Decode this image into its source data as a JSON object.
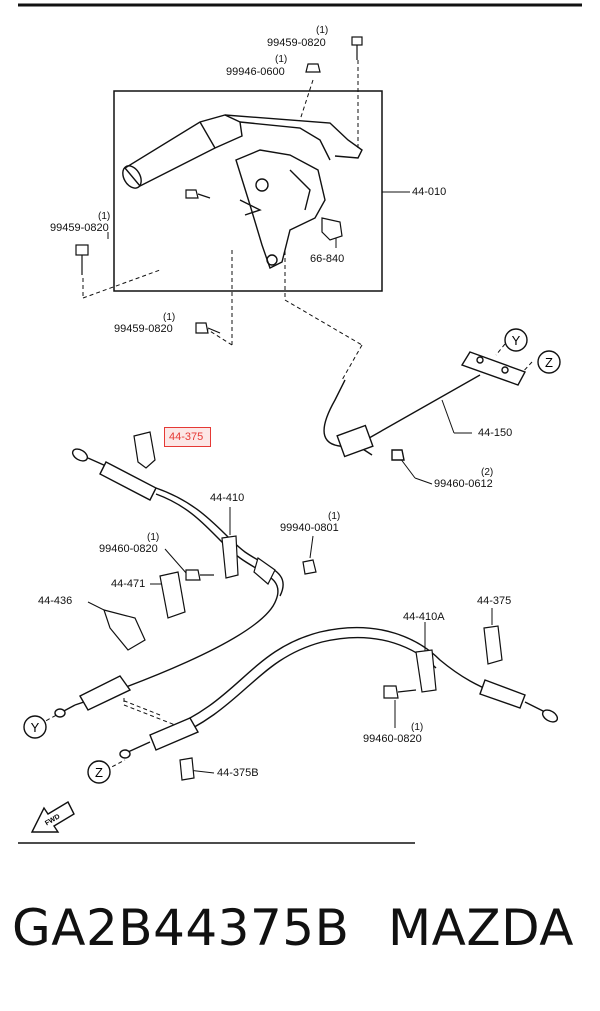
{
  "parts": {
    "p_99459_top": {
      "code": "99459-0820",
      "qty": "(1)"
    },
    "p_99946": {
      "code": "99946-0600",
      "qty": "(1)"
    },
    "p_44010": {
      "code": "44-010"
    },
    "p_99459_left": {
      "code": "99459-0820",
      "qty": "(1)"
    },
    "p_66840": {
      "code": "66-840"
    },
    "p_99459_mid": {
      "code": "99459-0820",
      "qty": "(1)"
    },
    "p_44375_hl": {
      "code": "44-375"
    },
    "p_44150": {
      "code": "44-150"
    },
    "p_99460_0612": {
      "code": "99460-0612",
      "qty": "(2)"
    },
    "p_44410": {
      "code": "44-410"
    },
    "p_99940": {
      "code": "99940-0801",
      "qty": "(1)"
    },
    "p_99460_left": {
      "code": "99460-0820",
      "qty": "(1)"
    },
    "p_44471": {
      "code": "44-471"
    },
    "p_44436": {
      "code": "44-436"
    },
    "p_44410A": {
      "code": "44-410A"
    },
    "p_44375_right": {
      "code": "44-375"
    },
    "p_99460_bottom": {
      "code": "99460-0820",
      "qty": "(1)"
    },
    "p_44375B": {
      "code": "44-375B"
    }
  },
  "markers": {
    "y": "Y",
    "z": "Z"
  },
  "fwd": "FWD",
  "caption": {
    "part_number": "GA2B44375B",
    "brand": "MAZDA"
  },
  "highlight_color": "#e53935"
}
